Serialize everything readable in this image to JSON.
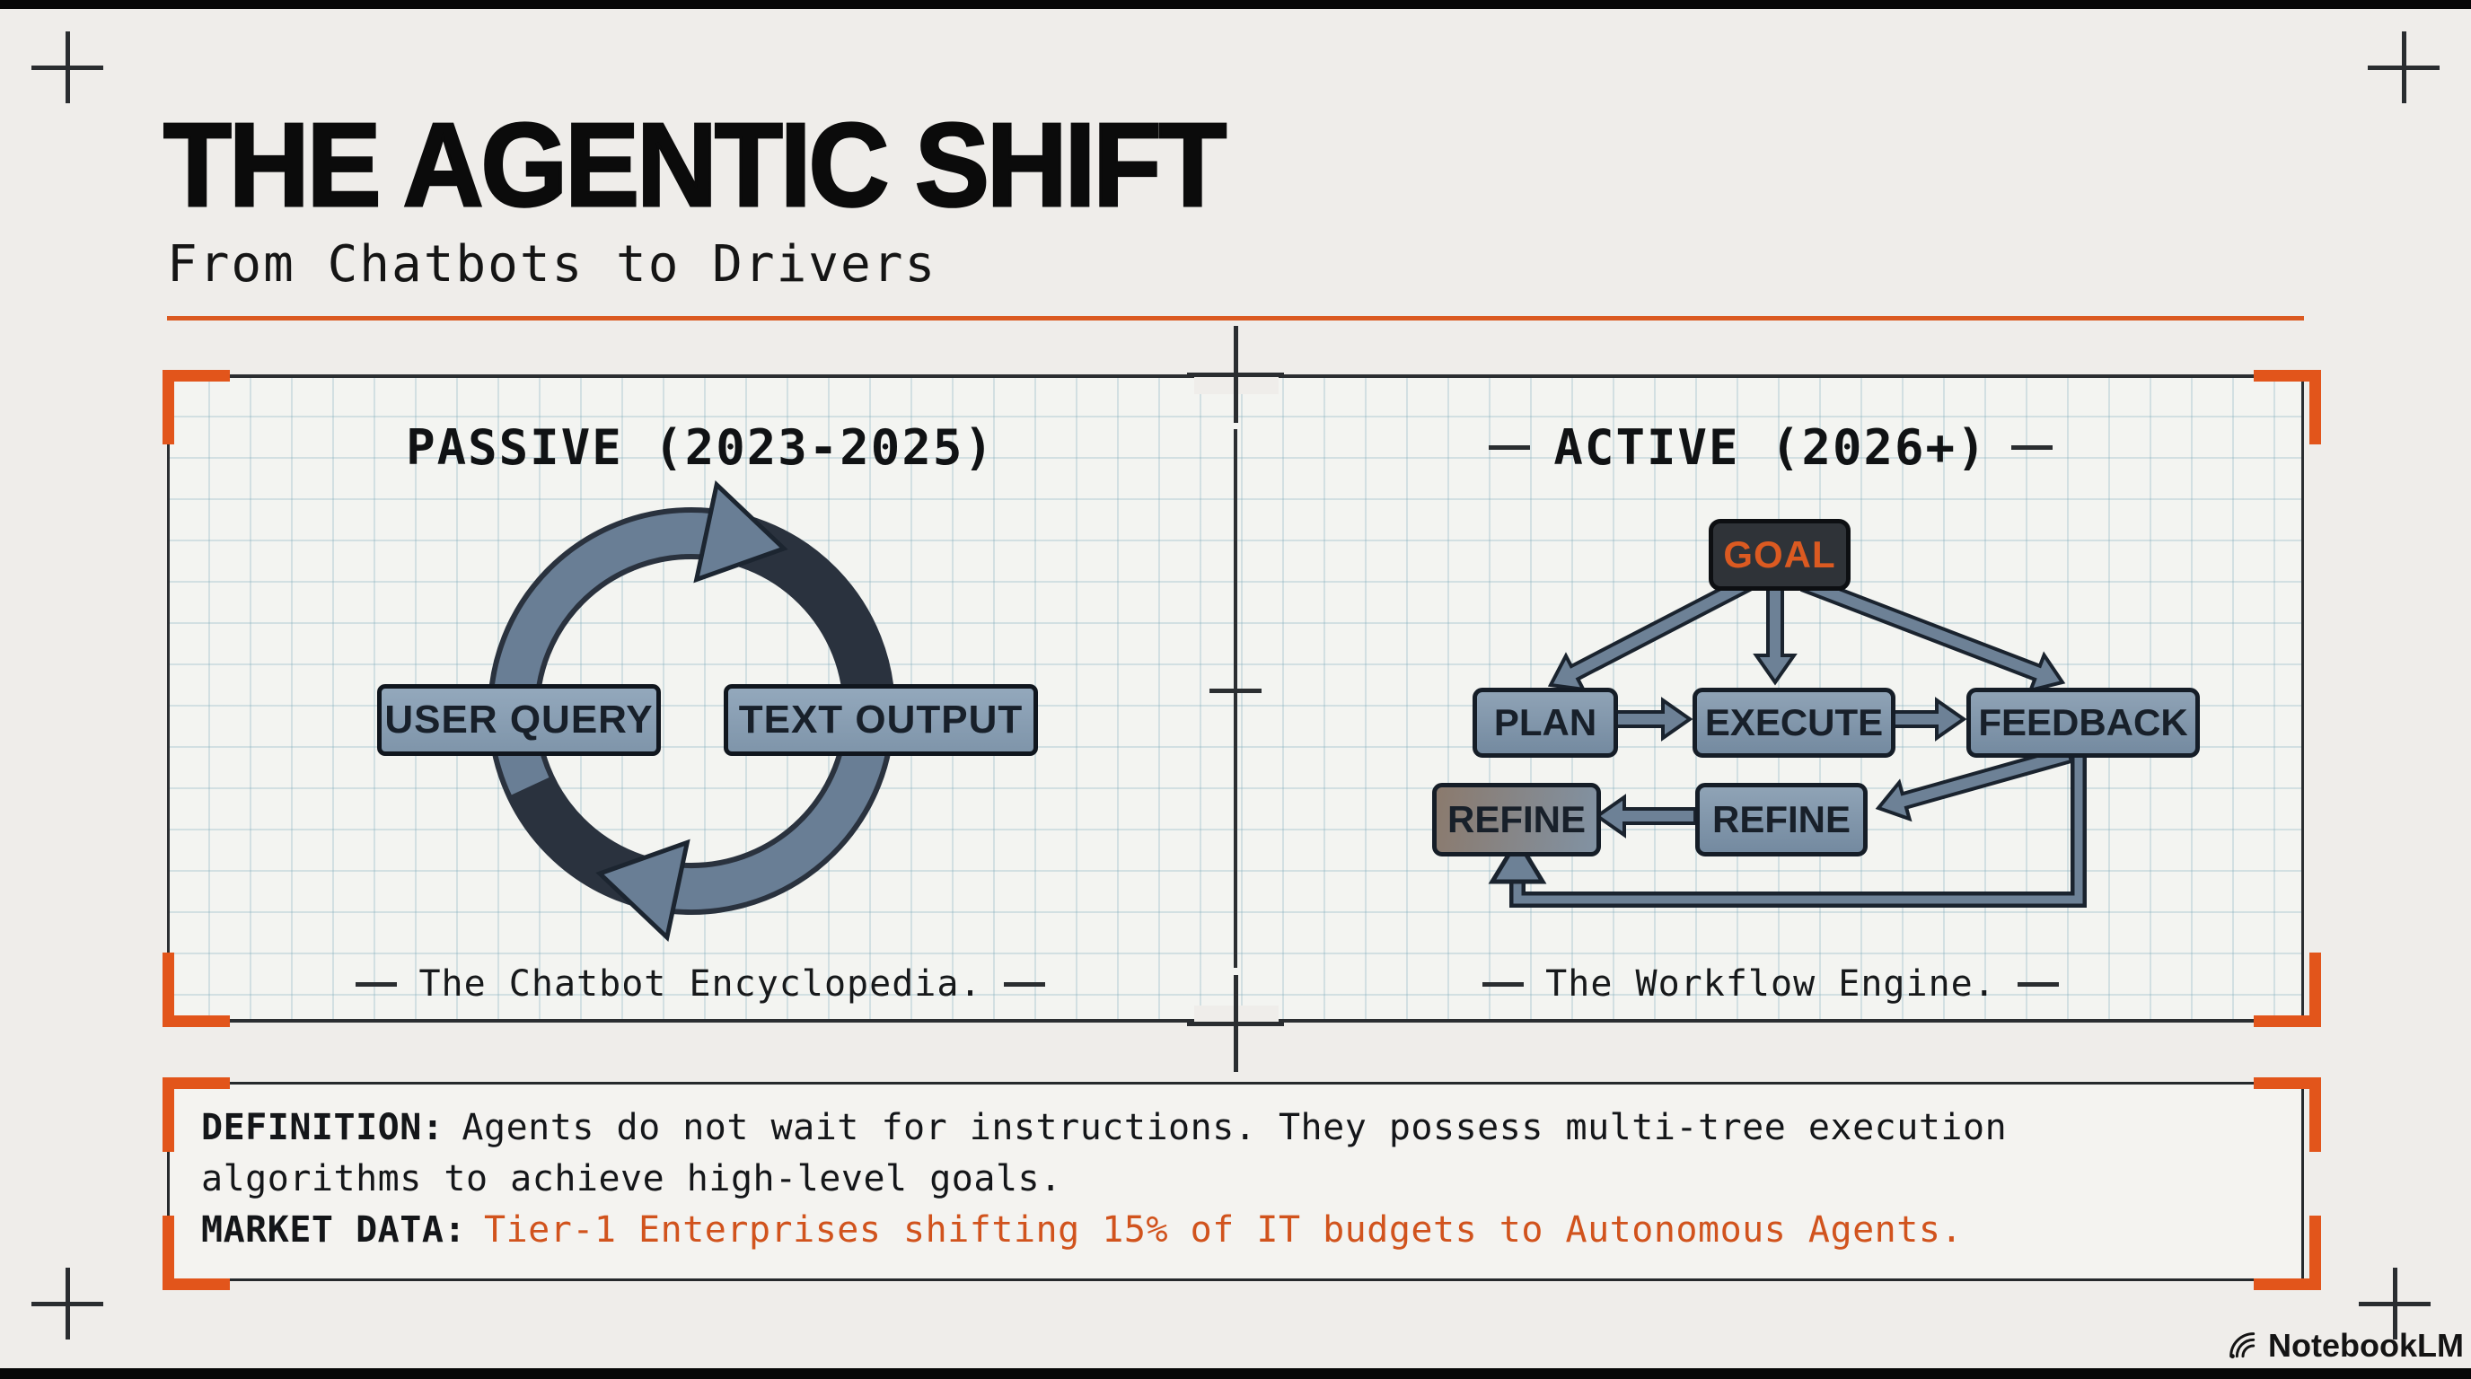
{
  "header": {
    "title": "THE AGENTIC SHIFT",
    "subtitle": "From Chatbots to Drivers"
  },
  "passive_panel": {
    "header": "PASSIVE (2023-2025)",
    "caption": "The Chatbot Encyclopedia.",
    "user_query_label": "USER QUERY",
    "text_output_label": "TEXT OUTPUT"
  },
  "active_panel": {
    "header": "ACTIVE (2026+)",
    "caption": "The Workflow Engine.",
    "goal_label": "GOAL",
    "plan_label": "PLAN",
    "execute_label": "EXECUTE",
    "feedback_label": "FEEDBACK",
    "refine_left_label": "REFINE",
    "refine_right_label": "REFINE"
  },
  "info_box": {
    "definition_label": "DEFINITION:",
    "definition_line1": "Agents do not wait for instructions. They possess multi-tree execution",
    "definition_line2": "algorithms to achieve high-level goals.",
    "market_label": "MARKET DATA:",
    "market_text": "Tier-1 Enterprises shifting 15% of IT budgets to Autonomous Agents."
  },
  "footer": {
    "brand": "NotebookLM"
  },
  "colors": {
    "accent_orange": "#DB5A21",
    "steel_blue": "#6D8196",
    "dark_navy": "#2B3440"
  }
}
